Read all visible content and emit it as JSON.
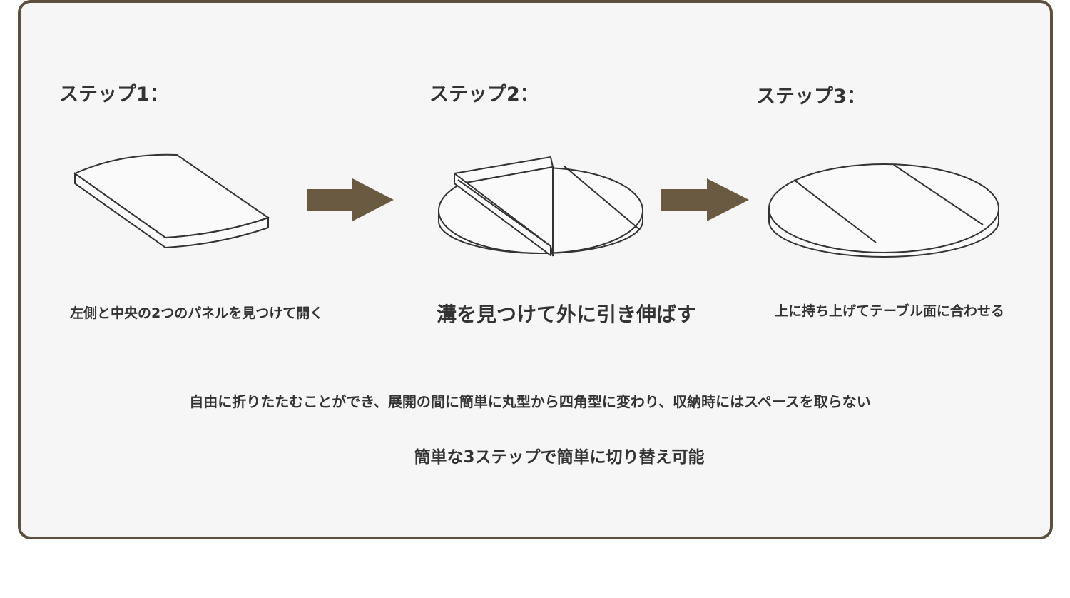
{
  "steps": [
    {
      "label": "ステップ1：",
      "caption": "左側と中央の2つのパネルを見つけて開く"
    },
    {
      "label": "ステップ2：",
      "caption": "溝を見つけて外に引き伸ばす"
    },
    {
      "label": "ステップ3：",
      "caption": "上に持ち上げてテーブル面に合わせる"
    }
  ],
  "description": "自由に折りたたむことができ、展開の間に簡単に丸型から四角型に変わり、収納時にはスペースを取らない",
  "tagline": "簡単な3ステップで簡単に切り替え可能",
  "colors": {
    "border": "#5e503f",
    "arrow": "#6b5a42",
    "background": "#f6f6f6",
    "text": "#333333"
  }
}
